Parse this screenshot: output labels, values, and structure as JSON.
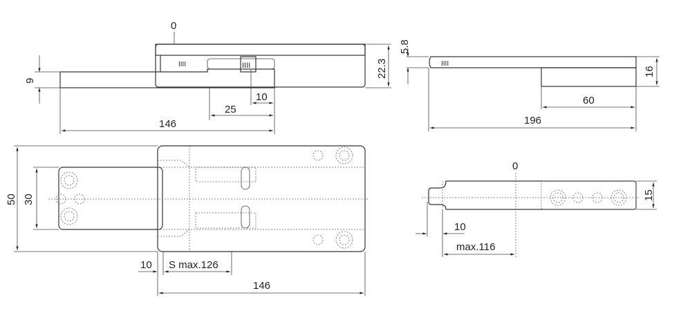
{
  "side_view": {
    "zero": "0",
    "height_22_3": "22.3",
    "thickness_9": "9",
    "length_146": "146",
    "dim_25": "25",
    "dim_10": "10",
    "marks": "IIII"
  },
  "end_view": {
    "dim_5_8": "5.8",
    "dim_16": "16",
    "dim_60": "60",
    "dim_196": "196",
    "marks": "IIII"
  },
  "top_view": {
    "width_50": "50",
    "width_30": "30",
    "dim_10": "10",
    "stroke": "S max.126",
    "length_146": "146"
  },
  "rail_view": {
    "zero": "0",
    "width_15": "15",
    "dim_10": "10",
    "max_116": "max.116"
  }
}
